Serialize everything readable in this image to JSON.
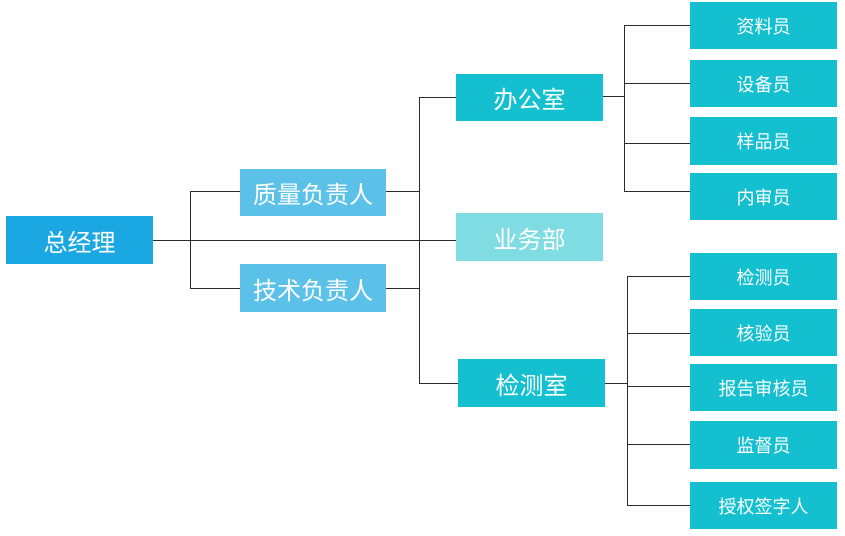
{
  "org_chart": {
    "root": {
      "label": "总经理"
    },
    "managers": {
      "quality": {
        "label": "质量负责人"
      },
      "technical": {
        "label": "技术负责人"
      }
    },
    "departments": {
      "office": {
        "label": "办公室"
      },
      "business": {
        "label": "业务部"
      },
      "testing": {
        "label": "检测室"
      }
    },
    "office_staff": [
      {
        "label": "资料员"
      },
      {
        "label": "设备员"
      },
      {
        "label": "样品员"
      },
      {
        "label": "内审员"
      }
    ],
    "testing_staff": [
      {
        "label": "检测员"
      },
      {
        "label": "核验员"
      },
      {
        "label": "报告审核员"
      },
      {
        "label": "监督员"
      },
      {
        "label": "授权签字人"
      }
    ]
  },
  "colors": {
    "root": "#1aa7e2",
    "manager": "#5cc1e8",
    "department": "#14c0cf",
    "business": "#7fdce3",
    "staff": "#14c0cf",
    "connector": "#2b2b2b"
  }
}
